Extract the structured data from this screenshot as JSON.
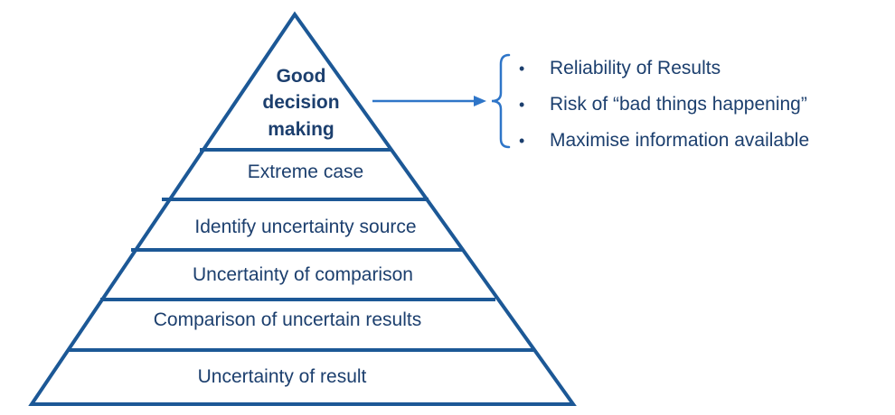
{
  "pyramid": {
    "top": [
      "Good",
      "decision",
      "making"
    ],
    "levels": [
      "Extreme case",
      "Identify uncertainty source",
      "Uncertainty of comparison",
      "Comparison of uncertain results",
      "Uncertainty of result"
    ]
  },
  "details": {
    "items": [
      "Reliability of Results",
      "Risk of “bad things happening”",
      "Maximise information available"
    ]
  },
  "colors": {
    "stroke": "#1c5896",
    "text": "#1c3f6e",
    "arrow": "#2e75c8"
  }
}
